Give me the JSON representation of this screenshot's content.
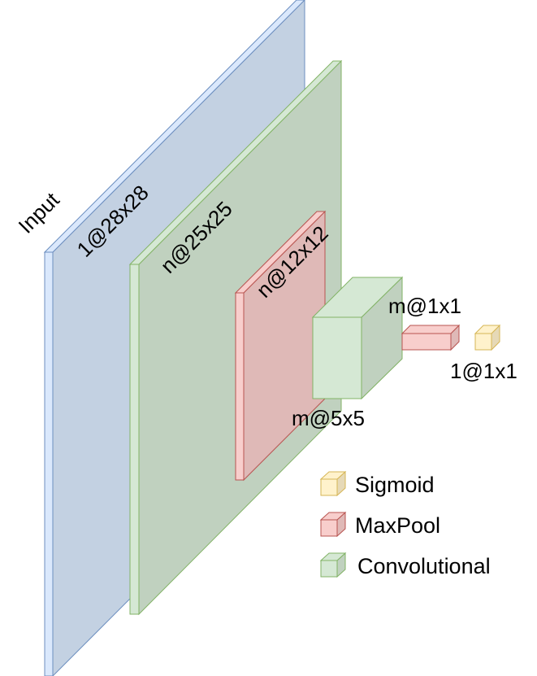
{
  "layers": {
    "input": {
      "title": "Input",
      "dims": "1@28x28"
    },
    "conv1": {
      "dims": "n@25x25"
    },
    "pool1": {
      "dims": "n@12x12"
    },
    "conv2": {
      "dims": "m@5x5"
    },
    "pool2": {
      "dims": "m@1x1"
    },
    "output": {
      "dims": "1@1x1"
    }
  },
  "legend": {
    "sigmoid": "Sigmoid",
    "maxpool": "MaxPool",
    "conv": "Convolutional"
  },
  "colors": {
    "blue_front": "#dae8fc",
    "blue_side": "#c3d1e2",
    "blue_stroke": "#6c8ebf",
    "green_front": "#d5e8d4",
    "green_side": "#c0d1bf",
    "green_stroke": "#82b366",
    "red_front": "#f8cecc",
    "red_side": "#dfb9b7",
    "red_stroke": "#b85450",
    "yellow_front": "#fff2cc",
    "yellow_side": "#e6d9b7",
    "yellow_stroke": "#d6b656"
  }
}
